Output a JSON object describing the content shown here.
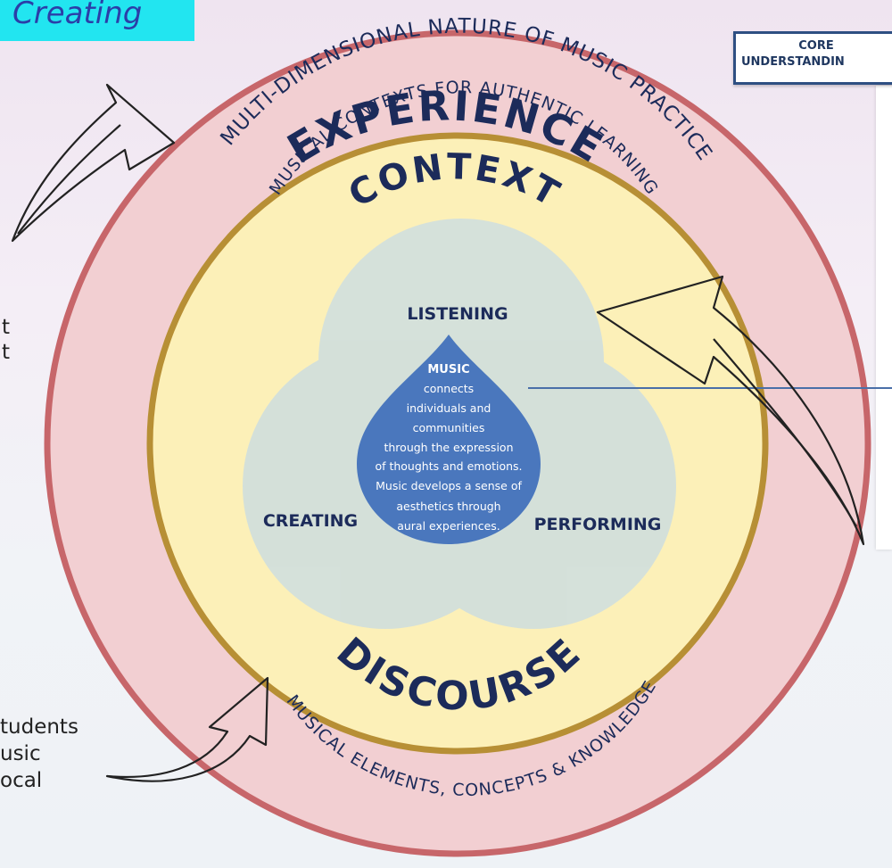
{
  "title_tag": "Creating",
  "core_box": {
    "line1": "CORE",
    "line2": "UNDERSTANDIN"
  },
  "left_fragments": {
    "line1": "t",
    "line2": "t"
  },
  "bottom_left_text": [
    "tudents",
    "usic",
    "ocal"
  ],
  "outer_ring": {
    "heading": "EXPERIENCE",
    "subtitle": "MULTI-DIMENSIONAL NATURE OF MUSIC PRACTICE"
  },
  "inner_ring": {
    "heading_top": "CONTEXT",
    "subtitle_top": "MUSICAL CONTEXTS FOR AUTHENTIC LEARNING",
    "heading_bottom": "DISCOURSE",
    "subtitle_bottom": "MUSICAL ELEMENTS, CONCEPTS & KNOWLEDGE"
  },
  "venn": {
    "top": "LISTENING",
    "left": "CREATING",
    "right": "PERFORMING"
  },
  "drop": {
    "title": "MUSIC",
    "lines": [
      "connects",
      "individuals and",
      "communities",
      "through the expression",
      "of thoughts and emotions.",
      "Music develops a sense of",
      "aesthetics through",
      "aural experiences."
    ]
  },
  "colors": {
    "outer_fill": "#f2cfd2",
    "outer_border": "#c7666a",
    "inner_fill": "#fcf0b8",
    "inner_border": "#b78f35",
    "venn_fill": "#c6dbe7",
    "drop_fill": "#4a77bd",
    "navy_text": "#1c2b5a"
  }
}
